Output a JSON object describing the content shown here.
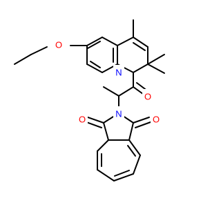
{
  "colors": {
    "background": "#ffffff",
    "bond": "#000000",
    "oxygen": "#ff0000",
    "nitrogen": "#0000ff"
  },
  "atoms": {
    "o_ether": "O",
    "n_ring": "N",
    "o_amide": "O",
    "n_imide": "N",
    "o_imide_left": "O",
    "o_imide_right": "O"
  }
}
